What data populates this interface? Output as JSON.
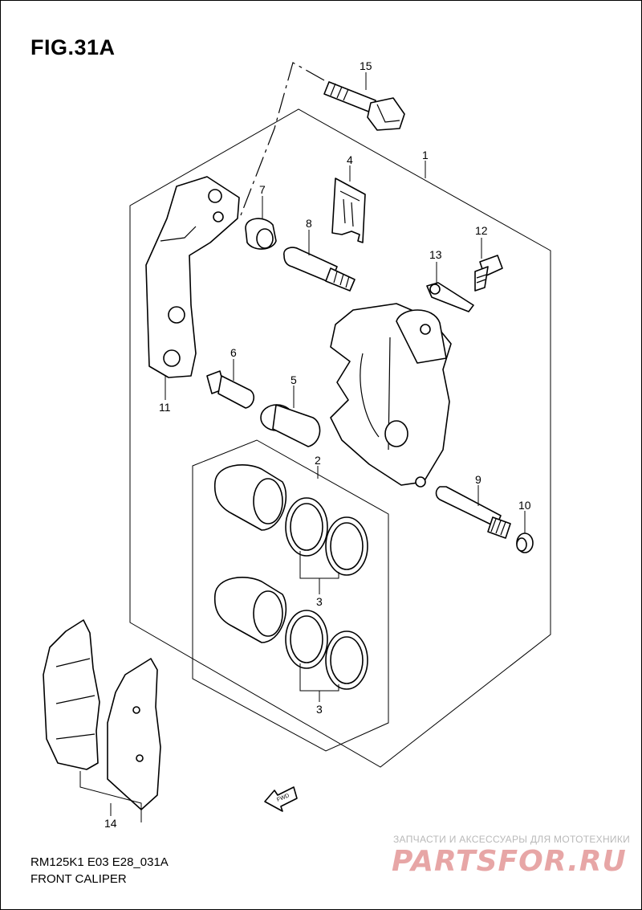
{
  "figure": {
    "title": "FIG.31A",
    "model_code": "RM125K1 E03 E28_031A",
    "section_name": "FRONT CALIPER"
  },
  "callouts": [
    {
      "id": "c15",
      "label": "15"
    },
    {
      "id": "c1",
      "label": "1"
    },
    {
      "id": "c4",
      "label": "4"
    },
    {
      "id": "c7",
      "label": "7"
    },
    {
      "id": "c8",
      "label": "8"
    },
    {
      "id": "c12",
      "label": "12"
    },
    {
      "id": "c13",
      "label": "13"
    },
    {
      "id": "c6",
      "label": "6"
    },
    {
      "id": "c11",
      "label": "11"
    },
    {
      "id": "c5",
      "label": "5"
    },
    {
      "id": "c2",
      "label": "2"
    },
    {
      "id": "c9",
      "label": "9"
    },
    {
      "id": "c10",
      "label": "10"
    },
    {
      "id": "c3a",
      "label": "3"
    },
    {
      "id": "c3b",
      "label": "3"
    },
    {
      "id": "c14",
      "label": "14"
    }
  ],
  "fwd_arrow": {
    "label": "FWD"
  },
  "watermark": {
    "subtitle": "ЗАПЧАСТИ И АКСЕССУАРЫ ДЛЯ МОТОТЕХНИКИ",
    "brand": "PARTSFOR.RU"
  }
}
